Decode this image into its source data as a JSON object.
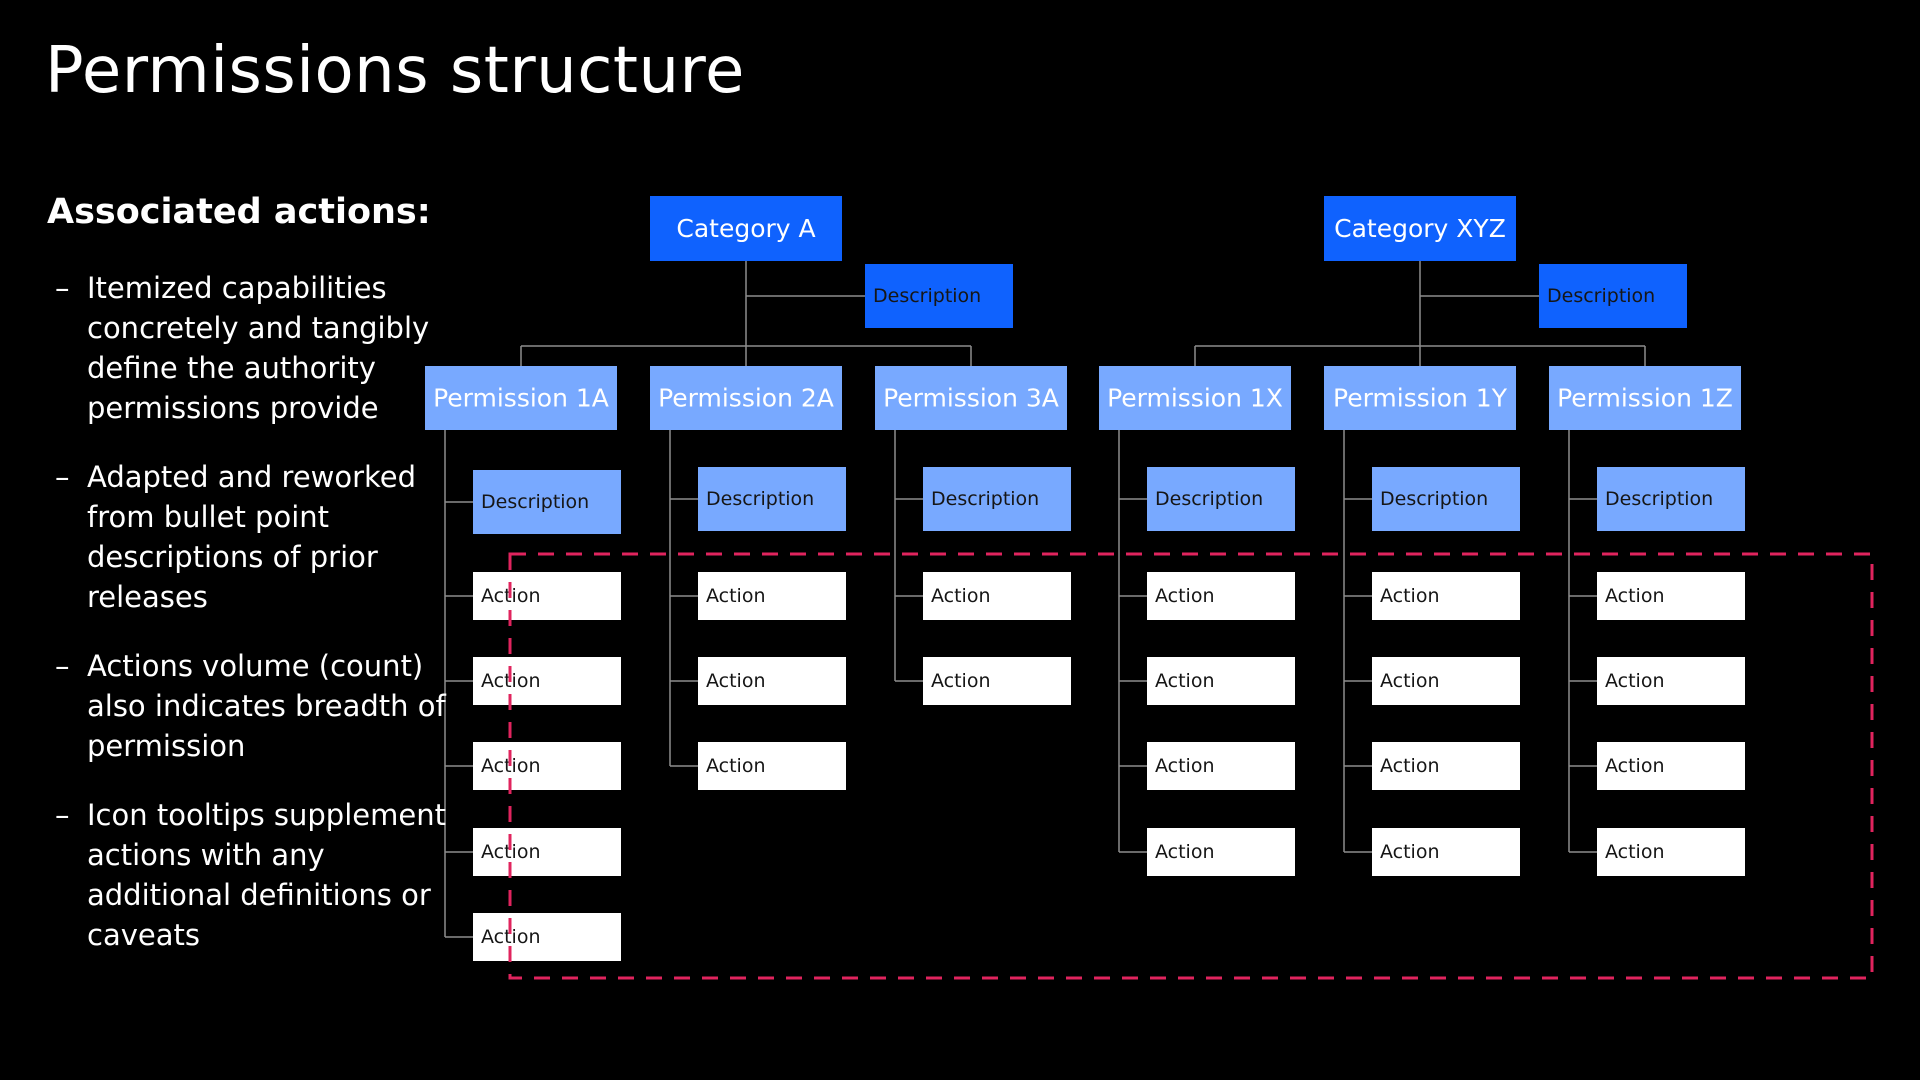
{
  "title": "Permissions structure",
  "sidebar": {
    "heading": "Associated actions:",
    "bullet_marker": "–",
    "bullets": [
      "Itemized capabilities concretely and tangibly define the authority permissions provide",
      "Adapted and reworked from bullet point descriptions of prior releases",
      "Actions volume (count) also indicates breadth of permission",
      "Icon tooltips supplement actions with any additional definitions or caveats"
    ]
  },
  "colors": {
    "background": "#000000",
    "category_fill": "#0f62fe",
    "permission_fill": "#78a9ff",
    "action_fill": "#ffffff",
    "connector": "#8d8d8d",
    "highlight_dash": "#e0245e",
    "text_light": "#ffffff",
    "text_dark": "#161616"
  },
  "diagram": {
    "categories": [
      {
        "label": "Category A",
        "description": "Description",
        "permissions": [
          {
            "label": "Permission 1A",
            "description": "Description",
            "actions": [
              "Action",
              "Action",
              "Action",
              "Action",
              "Action"
            ]
          },
          {
            "label": "Permission 2A",
            "description": "Description",
            "actions": [
              "Action",
              "Action",
              "Action"
            ]
          },
          {
            "label": "Permission 3A",
            "description": "Description",
            "actions": [
              "Action",
              "Action"
            ]
          }
        ]
      },
      {
        "label": "Category XYZ",
        "description": "Description",
        "permissions": [
          {
            "label": "Permission 1X",
            "description": "Description",
            "actions": [
              "Action",
              "Action",
              "Action",
              "Action"
            ]
          },
          {
            "label": "Permission 1Y",
            "description": "Description",
            "actions": [
              "Action",
              "Action",
              "Action",
              "Action"
            ]
          },
          {
            "label": "Permission 1Z",
            "description": "Description",
            "actions": [
              "Action",
              "Action",
              "Action",
              "Action"
            ]
          }
        ]
      }
    ]
  }
}
